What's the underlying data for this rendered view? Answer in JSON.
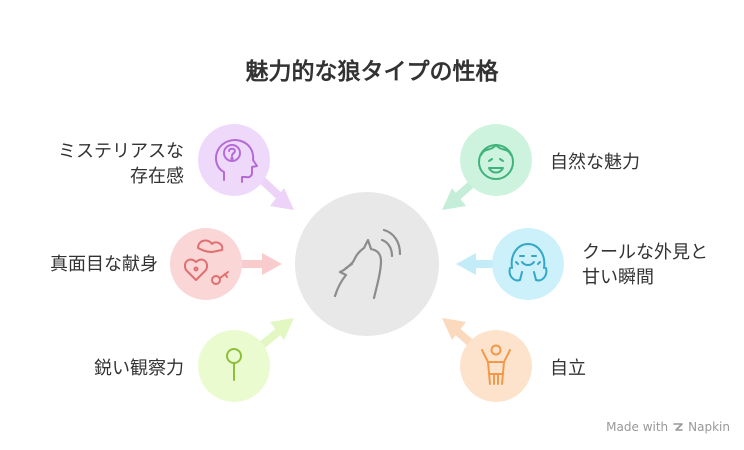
{
  "title": "魅力的な狼タイプの性格",
  "center": {
    "icon": "wolf-howling-icon"
  },
  "nodes": [
    {
      "side": "left",
      "label_lines": [
        "ミステリアスな",
        "存在感"
      ],
      "icon": "head-question-icon",
      "color": "#efd9fb",
      "stroke": "#b56bd6"
    },
    {
      "side": "left",
      "label_lines": [
        "真面目な献身"
      ],
      "icon": "heart-lock-key-icon",
      "color": "#fbd6d6",
      "stroke": "#e07070"
    },
    {
      "side": "left",
      "label_lines": [
        "鋭い観察力"
      ],
      "icon": "magnifier-icon",
      "color": "#eafbd0",
      "stroke": "#8dbf3c"
    },
    {
      "side": "right",
      "label_lines": [
        "自然な魅力"
      ],
      "icon": "smiling-face-icon",
      "color": "#cdf3df",
      "stroke": "#3fb37a"
    },
    {
      "side": "right",
      "label_lines": [
        "クールな外見と",
        "甘い瞬間"
      ],
      "icon": "blushing-face-icon",
      "color": "#ccf1fb",
      "stroke": "#34a7c8"
    },
    {
      "side": "right",
      "label_lines": [
        "自立"
      ],
      "icon": "person-arms-up-icon",
      "color": "#fde3cc",
      "stroke": "#f29a4a"
    }
  ],
  "footer": {
    "made_with": "Made with",
    "brand": "Napkin"
  }
}
